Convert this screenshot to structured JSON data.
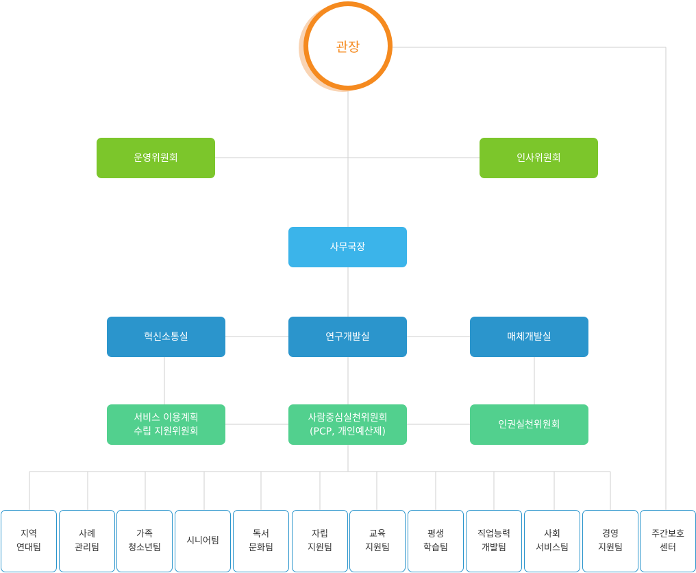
{
  "director": "관장",
  "committees": {
    "operations": "운영위원회",
    "personnel": "인사위원회"
  },
  "secretary_general": "사무국장",
  "offices": {
    "innovation": "혁신소통실",
    "research": "연구개발실",
    "media": "매체개발실"
  },
  "sub_committees": {
    "service_plan": "서비스 이용계획\n수립 지원위원회",
    "pcp": "사람중심실천위원회\n(PCP, 개인예산제)",
    "human_rights": "인권실천위원회"
  },
  "teams": [
    "지역\n연대팀",
    "사례\n관리팀",
    "가족\n청소년팀",
    "시니어팀",
    "독서\n문화팀",
    "자립\n지원팀",
    "교육\n지원팀",
    "평생\n학습팀",
    "직업능력\n개발팀",
    "사회\n서비스팀",
    "경영\n지원팀",
    "주간보호\n센터"
  ]
}
